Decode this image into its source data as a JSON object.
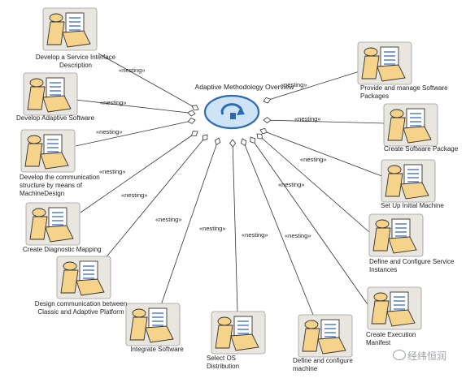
{
  "center": {
    "label": "Adaptive Methodology Overview"
  },
  "relation_label": "«nesting»",
  "nodes": [
    {
      "id": "develop-service-interface",
      "label": "Develop a Service Interface Description"
    },
    {
      "id": "develop-adaptive-software",
      "label": "Develop Adaptive Software"
    },
    {
      "id": "develop-communication-structure",
      "label": "Develop the communication structure by means of MachineDesign"
    },
    {
      "id": "create-diagnostic-mapping",
      "label": "Create Diagnostic Mapping"
    },
    {
      "id": "design-communication",
      "label": "Design communication between Classic and Adaptive Platform"
    },
    {
      "id": "integrate-software",
      "label": "Integrate Software"
    },
    {
      "id": "select-os-distribution",
      "label": "Select OS Distribution"
    },
    {
      "id": "define-configure-machine",
      "label": "Define and configure machine"
    },
    {
      "id": "create-execution-manifest",
      "label": "Create Execution Manifest"
    },
    {
      "id": "define-configure-service-instances",
      "label": "Define and Configure Service Instances"
    },
    {
      "id": "set-up-initial-machine",
      "label": "Set Up Initial Machine"
    },
    {
      "id": "create-software-package",
      "label": "Create Software Package"
    },
    {
      "id": "provide-manage-software-packages",
      "label": "Provide and manage Software Packages"
    }
  ],
  "watermark": "经纬恒润",
  "colors": {
    "node_fill": "#f5d38a",
    "node_stroke": "#333333",
    "icon_box": "#e9e6df",
    "doc_line": "#4a74c4",
    "center_fill": "#cfe3f7",
    "center_stroke": "#2b6cb0"
  }
}
